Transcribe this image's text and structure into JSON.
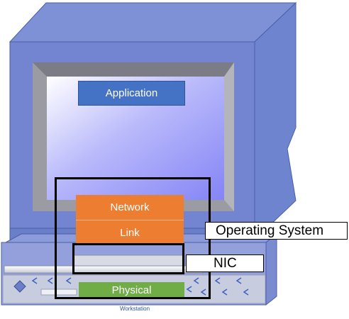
{
  "diagram": {
    "layers": {
      "application": "Application",
      "network": "Network",
      "link": "Link",
      "physical": "Physical"
    },
    "callouts": {
      "operating_system": "Operating System",
      "nic": "NIC"
    },
    "caption": "Workstation",
    "colors": {
      "computer_body": "#7b8fd4",
      "screen": "#8e8ef7",
      "application": "#4472c4",
      "network_stack": "#ed7d31",
      "physical": "#70ad47",
      "outline": "#000000"
    }
  }
}
